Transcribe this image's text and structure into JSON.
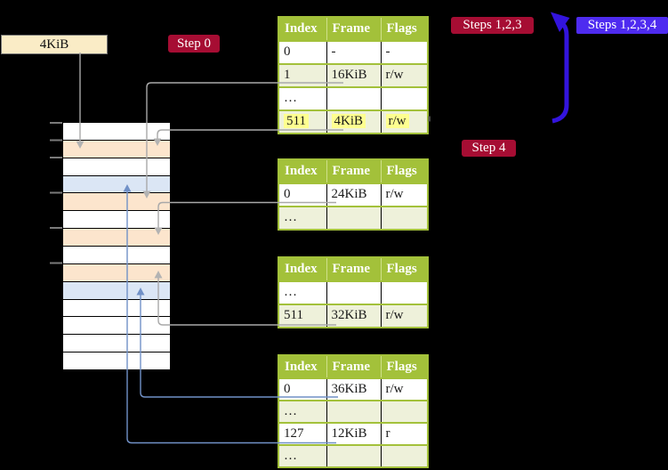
{
  "labels": {
    "frame_size": "4KiB",
    "step0": "Step 0",
    "steps123": "Steps 1,2,3",
    "steps1234": "Steps 1,2,3,4",
    "step4": "Step 4"
  },
  "tables": {
    "header": [
      "Index",
      "Frame",
      "Flags"
    ],
    "l4": {
      "rows": [
        [
          "0",
          "-",
          "-"
        ],
        [
          "1",
          "16KiB",
          "r/w"
        ],
        [
          "…",
          "",
          ""
        ],
        [
          "511",
          "4KiB",
          "r/w"
        ]
      ]
    },
    "l3": {
      "rows": [
        [
          "0",
          "24KiB",
          "r/w"
        ],
        [
          "…",
          "",
          ""
        ]
      ]
    },
    "l2": {
      "rows": [
        [
          "…",
          "",
          ""
        ],
        [
          "511",
          "32KiB",
          "r/w"
        ]
      ]
    },
    "l1": {
      "rows": [
        [
          "0",
          "36KiB",
          "r/w"
        ],
        [
          "…",
          "",
          ""
        ],
        [
          "127",
          "12KiB",
          "r"
        ],
        [
          "…",
          "",
          ""
        ]
      ]
    }
  },
  "memory": {
    "row_fills": [
      "white",
      "peach",
      "white",
      "blue",
      "peach",
      "white",
      "peach",
      "white",
      "peach",
      "blue",
      "white",
      "white",
      "white",
      "white"
    ]
  },
  "colors": {
    "table_green": "#a3c13a",
    "row_green": "#eef1da",
    "highlight_yellow": "#feff90",
    "label_red": "#a60d33",
    "label_blue": "#4e2bf0",
    "arrow_blue": "#3314dd",
    "frame_peach": "#fce5cd",
    "frame_blue": "#dbe6f5",
    "frame_label_bg": "#faecc6",
    "connector_gray": "#a9a9a9",
    "arrowhead_gray": "#b3b3b3",
    "connector_blue": "#7191c7"
  }
}
